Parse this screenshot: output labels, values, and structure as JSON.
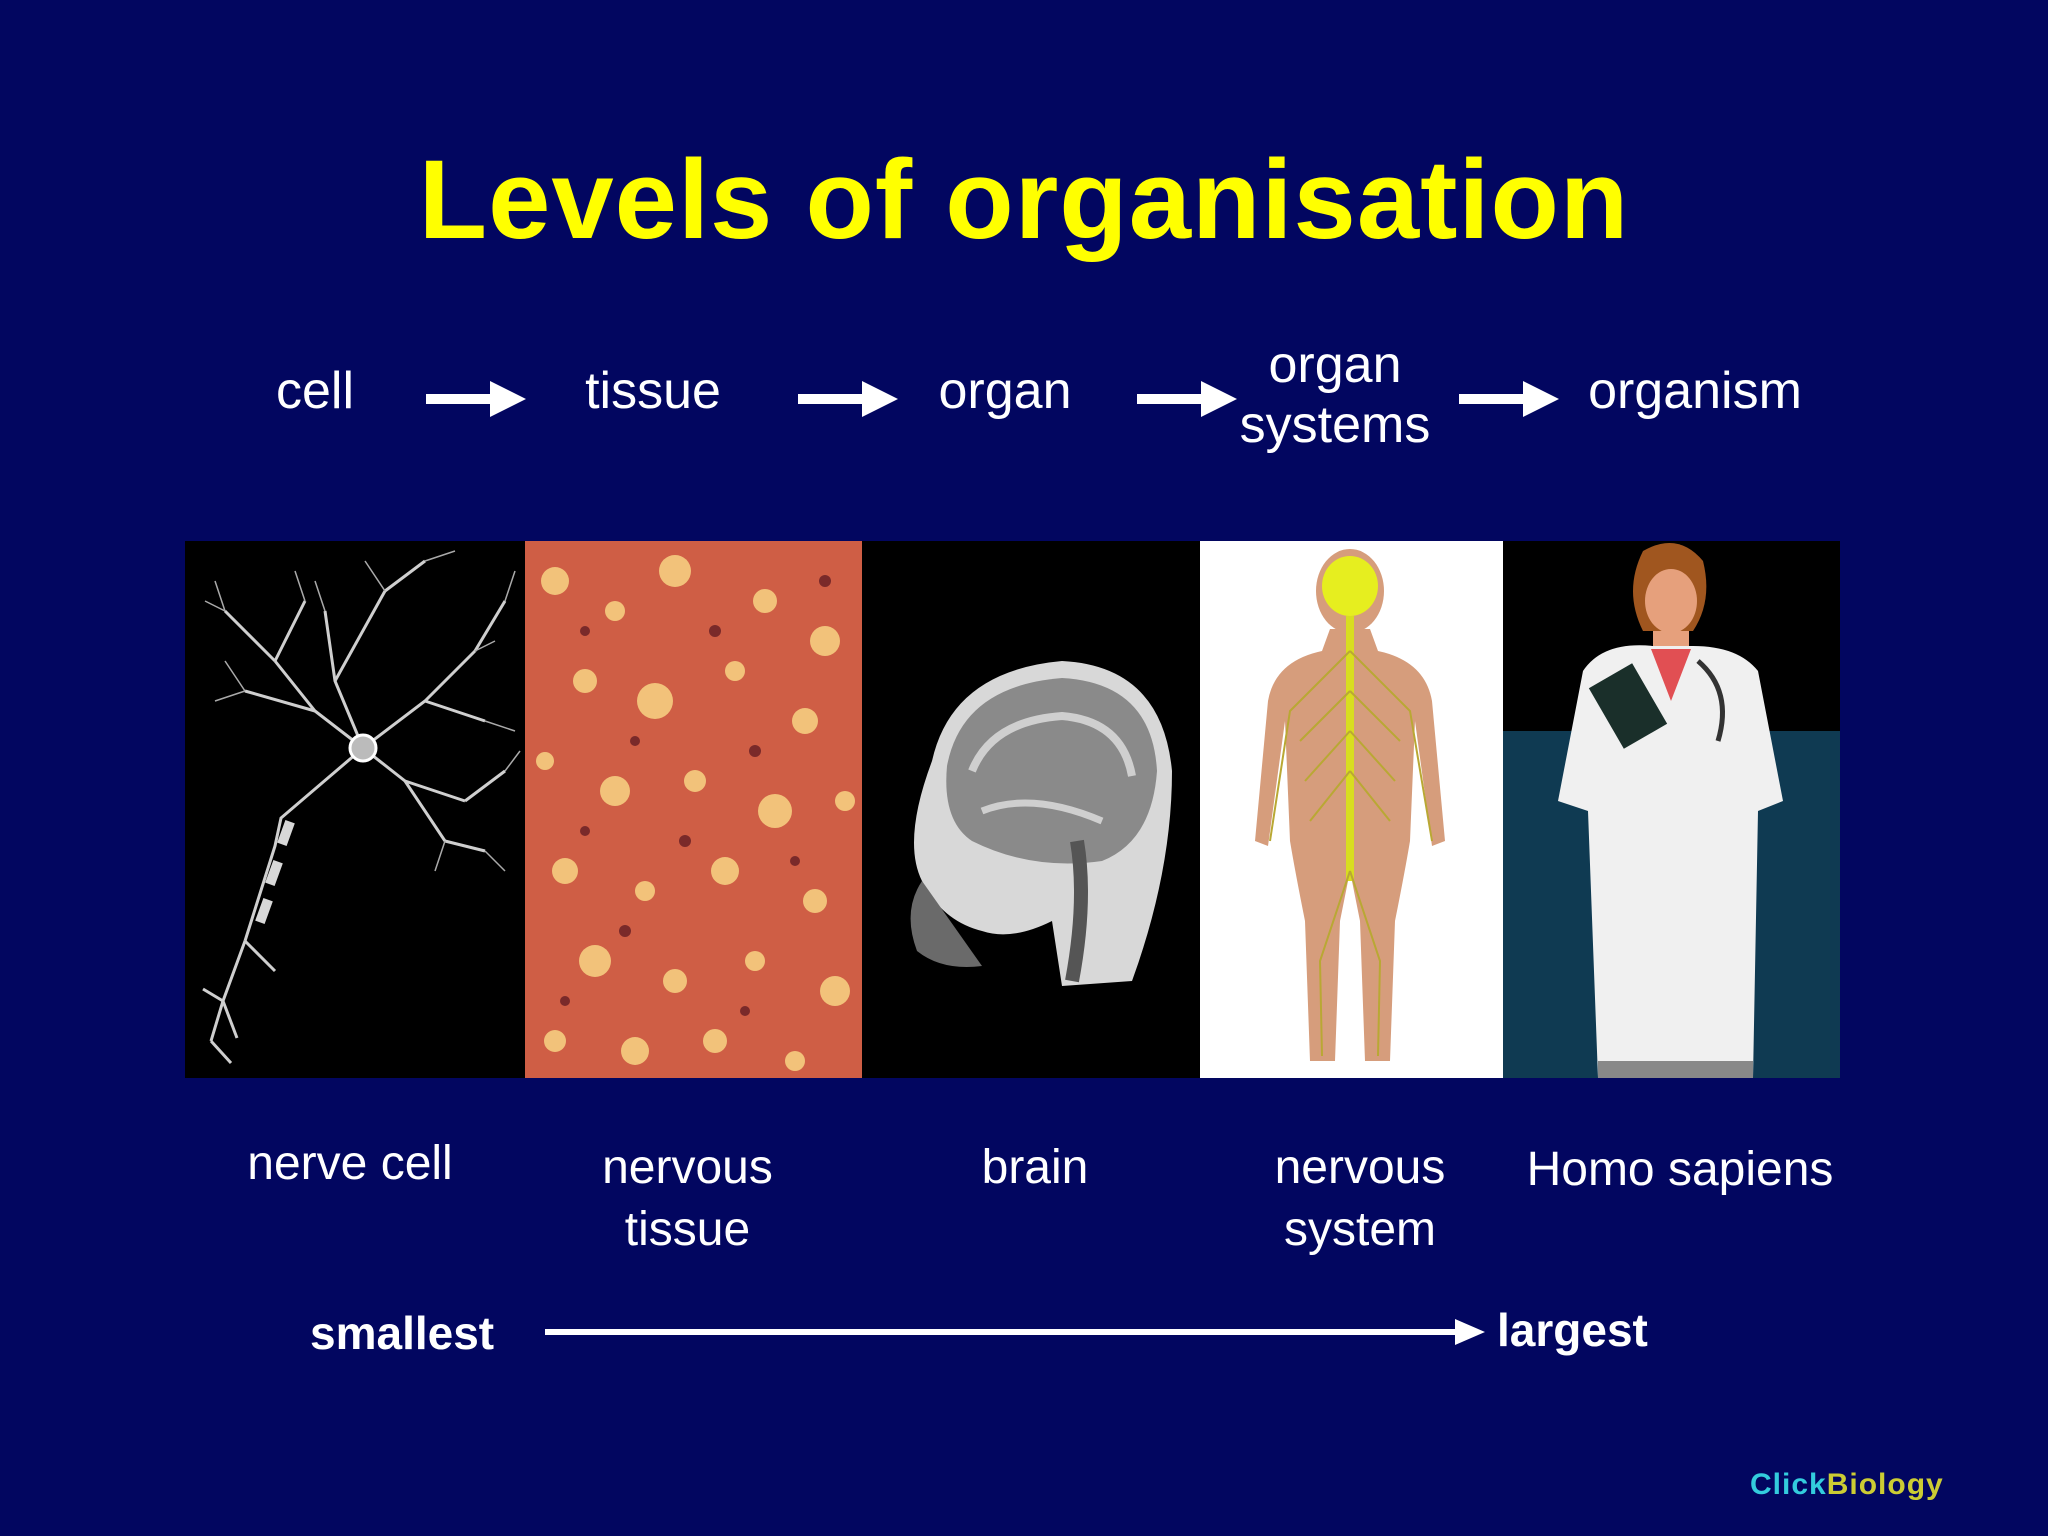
{
  "title": "Levels of organisation",
  "levels": [
    "cell",
    "tissue",
    "organ",
    "organ systems",
    "organism"
  ],
  "captions": [
    "nerve cell",
    "nervous tissue",
    "brain",
    "nervous system",
    "Homo sapiens"
  ],
  "scale": {
    "start": "smallest",
    "end": "largest"
  },
  "brand": {
    "part1": "Click",
    "part2": "Biology"
  },
  "colors": {
    "background": "#020660",
    "title": "#ffff00",
    "text": "#ffffff",
    "brand_part1": "#33ccdd",
    "brand_part2": "#cccc33"
  },
  "icons": [
    "nerve-cell-image",
    "nervous-tissue-image",
    "brain-mri-image",
    "nervous-system-image",
    "doctor-image"
  ]
}
